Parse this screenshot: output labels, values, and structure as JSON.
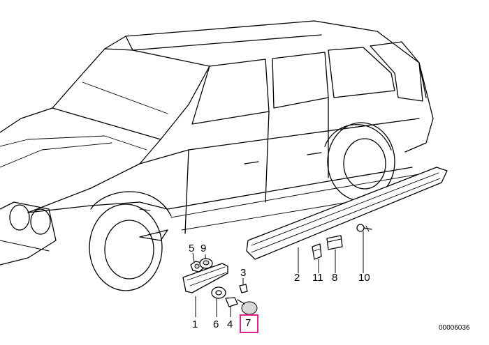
{
  "diagram": {
    "callouts": {
      "c1": "1",
      "c2": "2",
      "c3": "3",
      "c4": "4",
      "c5": "5",
      "c6": "6",
      "c7": "7",
      "c8": "8",
      "c9": "9",
      "c10": "10",
      "c11": "11"
    },
    "highlighted_callout": "7",
    "highlight_color": "#e0218a",
    "image_code": "00006036"
  }
}
